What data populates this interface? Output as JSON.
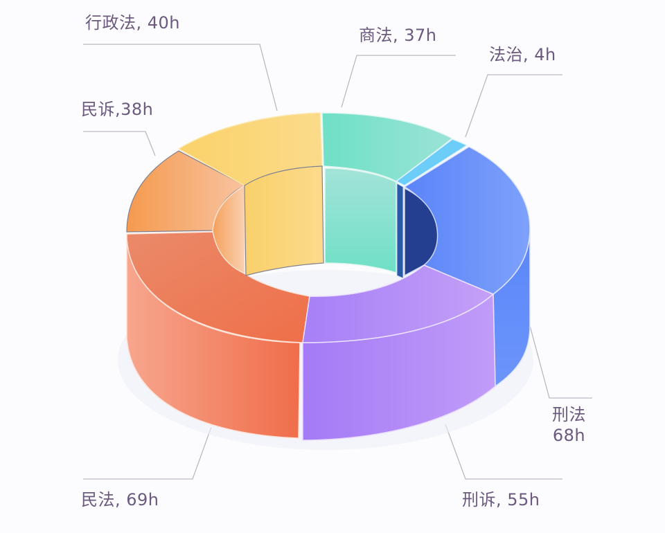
{
  "chart_data": {
    "type": "pie",
    "subtype": "3d-donut",
    "title": "",
    "unit": "h",
    "total": 311,
    "slices": [
      {
        "name": "商法",
        "value": 37,
        "label": "商法, 37h",
        "color_top": "#7ee3c9",
        "color_side": "#6fe0c4",
        "color_inner": "#8fe3d2"
      },
      {
        "name": "法治",
        "value": 4,
        "label": "法治, 4h",
        "color_top": "#63c9f8",
        "color_side": "#5bbcf0",
        "color_inner": "#1f4fa0"
      },
      {
        "name": "刑法",
        "value": 68,
        "label": "刑法\n68h",
        "color_top": "#6a8ffb",
        "color_side": "#5a84f8",
        "color_inner": "#243f8f"
      },
      {
        "name": "刑诉",
        "value": 55,
        "label": "刑诉, 55h",
        "color_top": "#b58ef7",
        "color_side": "#ad85f6",
        "color_inner": "#a57ef4"
      },
      {
        "name": "民法",
        "value": 69,
        "label": "民法, 69h",
        "color_top": "#ef8a66",
        "color_side": "#f79679",
        "color_inner": "#ee8058"
      },
      {
        "name": "民诉",
        "value": 38,
        "label": "民诉,38h",
        "color_top": "#f7b27f",
        "color_side": "#f5a06a",
        "color_inner": "#f7b584"
      },
      {
        "name": "行政法",
        "value": 40,
        "label": "行政法, 40h",
        "color_top": "#fbd774",
        "color_side": "#f9d16c",
        "color_inner": "#f9d46f"
      }
    ],
    "legend": "none (leader-line labels)"
  },
  "labels": {
    "xingzhengfa": "行政法, 40h",
    "shangfa": "商法, 37h",
    "fazhi": "法治, 4h",
    "minsu": "民诉,38h",
    "xingfa_name": "刑法",
    "xingfa_value": "68h",
    "minfa": "民法, 69h",
    "xingsu": "刑诉, 55h"
  },
  "colors": {
    "background": "#fcfcfe",
    "label_text": "#6b5a7e",
    "leader_line": "#b8b8c4"
  }
}
